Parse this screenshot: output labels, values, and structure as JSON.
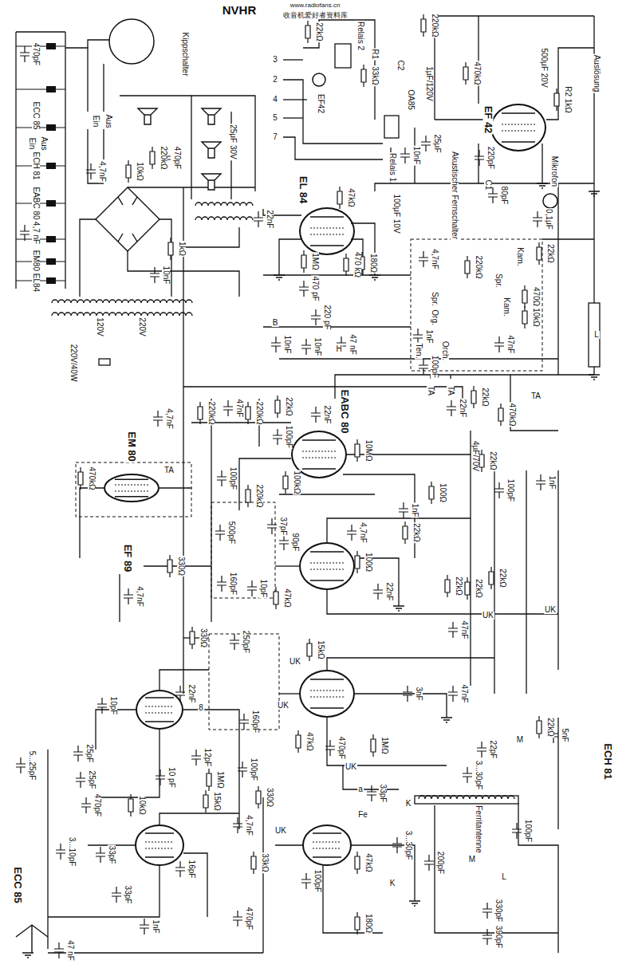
{
  "diagram": {
    "nodes": [
      {
        "text": [
          "EF 42"
        ]
      },
      {
        "text": [
          "EL 84"
        ]
      },
      {
        "text": [
          "EM 80"
        ]
      },
      {
        "text": [
          "EABC 80"
        ]
      },
      {
        "text": [
          "EF 89"
        ]
      },
      {
        "text": [
          "ECH 81"
        ]
      },
      {
        "text": [
          "ECC 85"
        ]
      }
    ],
    "labels": [
      "NVHR",
      "www.radiofans.cn",
      "收音机爱好者资料库",
      "470pF",
      "ECC 85",
      "Ein",
      "Aus",
      "ECH 81",
      "EABC 80",
      "4,7 nF",
      "EM80 EL84",
      "220V/40W",
      "120V",
      "220V",
      "Ein",
      "Aus",
      "Kippschalter",
      "4,7nF",
      "10kΩ",
      "220kΩ",
      "470pF",
      "25μF 30V",
      "1kΩ",
      "10nF",
      "22nF",
      "47kΩ",
      "100μF 10V",
      "180Ω",
      "470 kΩ",
      "1MΩ",
      "3",
      "2",
      "4",
      "5",
      "7",
      "22kΩ",
      "Relais 2",
      "EF42",
      "R1",
      "33kΩ",
      "C2",
      "OA85",
      "1μF/120V",
      "220kΩ",
      "470kΩ",
      "500μF 20V",
      "R2 1kΩ",
      "Auslösung",
      "Mikrofon",
      "Relais 1",
      "10nF",
      "25μF",
      "220pF",
      "C1",
      "80pF",
      "Akustischer Fernschalter",
      "0,1μF",
      "22kΩ",
      "4,7nF",
      "220kΩ",
      "Spr.",
      "Kam.",
      "Spr.",
      "Org.",
      "Kam.",
      "Orch.",
      "1nF",
      "Ten.",
      "100pF",
      "47nF",
      "470Ω",
      "10kΩ",
      "B",
      "H",
      "L",
      "470 pF",
      "220 pF",
      "10nF",
      "10nF",
      "47 nF",
      "TA",
      "TA",
      "TA",
      "22nF",
      "22kΩ",
      "470kΩ",
      "220kΩ",
      "47nF",
      "220kΩ",
      "22kΩ",
      "100pF",
      "22nF",
      "10MΩ",
      "4μF/70V",
      "22kΩ",
      "100Ω",
      "100pF",
      "1nF",
      "1nF",
      "22kΩ",
      "100kΩ",
      "220kΩ",
      "100pF",
      "500pF",
      "37pF",
      "90pF",
      "4,7nF",
      "470kΩ",
      "4,7nF",
      "TA",
      "330Ω",
      "4,7nF",
      "160pF",
      "10pF",
      "47kΩ",
      "100Ω",
      "22nF",
      "22kΩ",
      "22kΩ",
      "22kΩ",
      "UK",
      "UK",
      "47nF",
      "330Ω",
      "22nF",
      "250pF",
      "15kΩ",
      "UK",
      "UK",
      "160pF",
      "3nF",
      "47nF",
      "47kΩ",
      "470pF",
      "1MΩ",
      "UK",
      "a",
      "10pF",
      "5...25pF",
      "25pF",
      "25pF",
      "10 pF",
      "12pF",
      "1MΩ",
      "100pF",
      "15kΩ",
      "10kΩ",
      "470pF",
      "330Ω",
      "4,7nF",
      "UK",
      "33kΩ",
      "3...10pF",
      "33pF",
      "16pF",
      "33pF",
      "1nF",
      "47 nF",
      "470pF",
      "100pF",
      "47kΩ",
      "180Ω",
      "3...30pF",
      "200pF",
      "M",
      "K",
      "L",
      "330pF",
      "390pF",
      "100pF",
      "Fe",
      "33pF",
      "K",
      "Ferritantenne",
      "3...30pF",
      "22pF",
      "22kΩ",
      "5nF",
      "M",
      "8"
    ]
  }
}
